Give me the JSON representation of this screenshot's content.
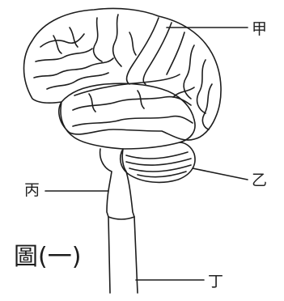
{
  "figure": {
    "caption": "圖(一)",
    "labels": {
      "jia": "甲",
      "yi": "乙",
      "bing": "丙",
      "ding": "丁"
    }
  },
  "colors": {
    "ink": "#1d1d1d",
    "background": "#ffffff"
  }
}
